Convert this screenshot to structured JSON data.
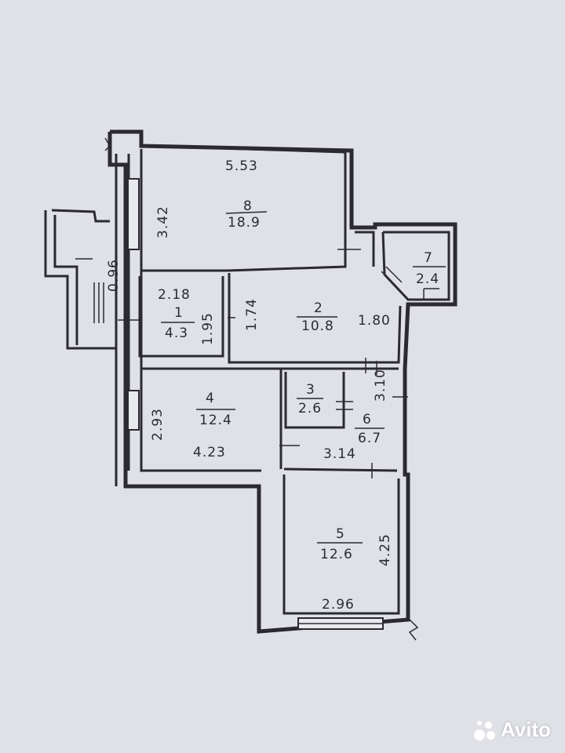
{
  "rooms": [
    {
      "number": "8",
      "area": "18.9",
      "width": "5.53",
      "depth": "3.42"
    },
    {
      "number": "7",
      "area": "2.4"
    },
    {
      "number": "1",
      "area": "4.3",
      "width": "2.18",
      "depth": "1.95"
    },
    {
      "number": "2",
      "area": "10.8",
      "depth": "1.74",
      "width": "1.80"
    },
    {
      "number": "3",
      "area": "2.6"
    },
    {
      "number": "6",
      "area": "6.7",
      "width": "3.14",
      "depth": "3.10"
    },
    {
      "number": "4",
      "area": "12.4",
      "width": "4.23",
      "depth": "2.93"
    },
    {
      "number": "5",
      "area": "12.6",
      "width": "2.96",
      "depth": "4.25"
    }
  ],
  "stair": {
    "width": "0.96"
  },
  "watermark": "Avito"
}
